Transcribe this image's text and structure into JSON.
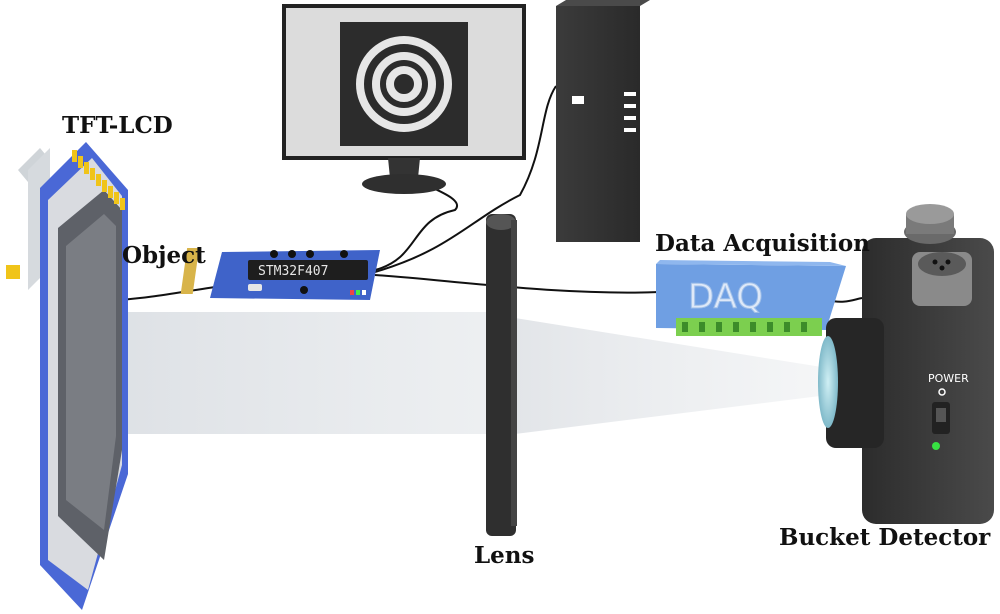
{
  "labels": {
    "tft_lcd": "TFT-LCD",
    "object": "Object",
    "data_acquisition": "Data Acquisition",
    "lens": "Lens",
    "bucket_detector": "Bucket Detector"
  },
  "board": {
    "chip_text": "STM32F407"
  },
  "daq": {
    "text": "DAQ"
  },
  "detector": {
    "power_label": "POWER"
  },
  "colors": {
    "board_blue": "#3f63c9",
    "lcd_blue": "#4a68d6",
    "daq_blue": "#6f9fe3",
    "terminal_green": "#7ccf4f",
    "detector_body": "#3a3a3a",
    "lens_ring": "#2f2f2f",
    "led_green": "#37e042"
  }
}
